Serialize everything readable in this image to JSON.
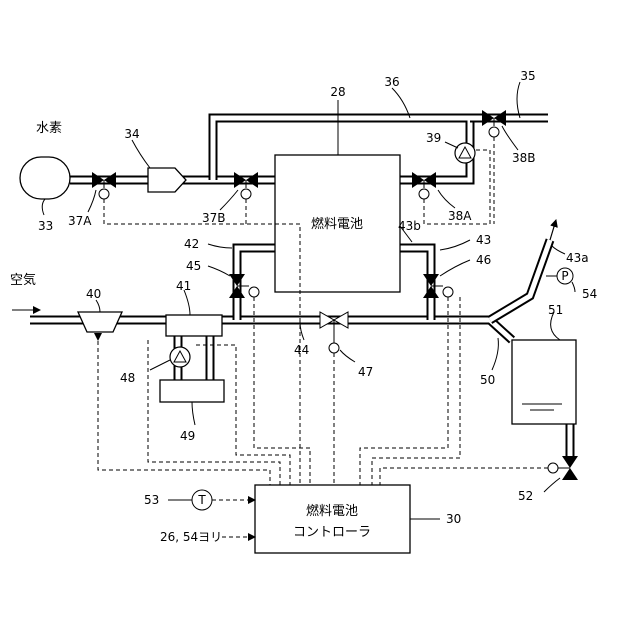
{
  "colors": {
    "line": "#000000",
    "background": "#ffffff"
  },
  "labels": {
    "hydrogen": "水素",
    "air": "空気",
    "fuel_cell": "燃料電池",
    "controller_line1": "燃料電池",
    "controller_line2": "コントローラ",
    "signal_from": "26, 54ヨリ",
    "temp_symbol": "T",
    "pressure_symbol": "P"
  },
  "refs": {
    "r26": "28",
    "r30": "30",
    "r33": "33",
    "r34": "34",
    "r35": "35",
    "r36": "36",
    "r37A": "37A",
    "r37B": "37B",
    "r38A": "38A",
    "r38B": "38B",
    "r39": "39",
    "r40": "40",
    "r41": "41",
    "r42": "42",
    "r43": "43",
    "r43a": "43a",
    "r43b": "43b",
    "r44": "44",
    "r45": "45",
    "r46": "46",
    "r47": "47",
    "r48": "48",
    "r49": "49",
    "r50": "50",
    "r51": "51",
    "r52": "52",
    "r53": "53",
    "r54": "54"
  }
}
